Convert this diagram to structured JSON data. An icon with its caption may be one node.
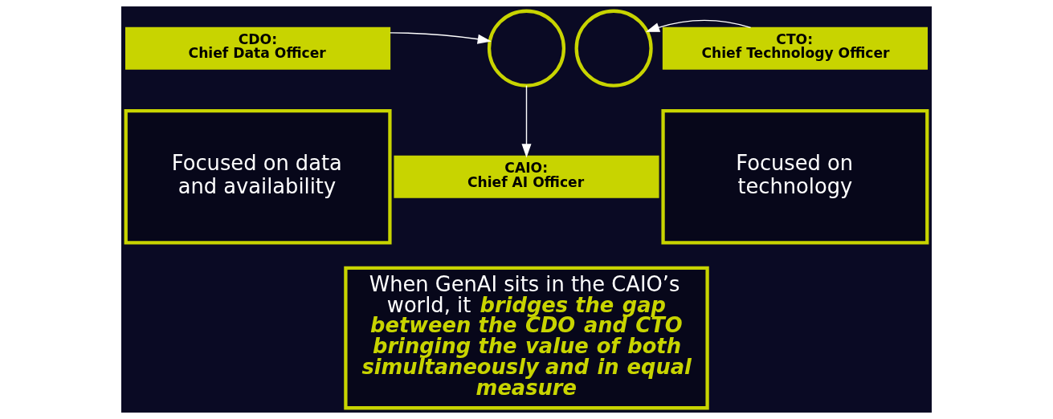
{
  "diagram": {
    "nodes": [
      {
        "text": [
          "CDO: Chief Data Officer"
        ]
      },
      {
        "text": [
          "Focused on data and availability"
        ]
      },
      {
        "text": [],
        "shape": "circle"
      },
      {
        "text": [],
        "shape": "circle"
      },
      {
        "text": [
          "CTO: Chief Technology Officer"
        ]
      },
      {
        "text": [
          "Focused on technology"
        ]
      },
      {
        "text": [
          "CAIO: Chief AI Officer"
        ]
      },
      {
        "text": [
          "When GenAI sits in the CAIO’s world, it **bridges the gap between the CDO and CTO bringing the value of both simultaneously and in equal measure**"
        ]
      }
    ],
    "edges": [
      {
        "from": 0,
        "to": 2,
        "arrow": "to"
      },
      {
        "from": 4,
        "to": 3,
        "arrow": "to"
      },
      {
        "from": 2,
        "to": 6,
        "arrow": "to"
      }
    ]
  }
}
